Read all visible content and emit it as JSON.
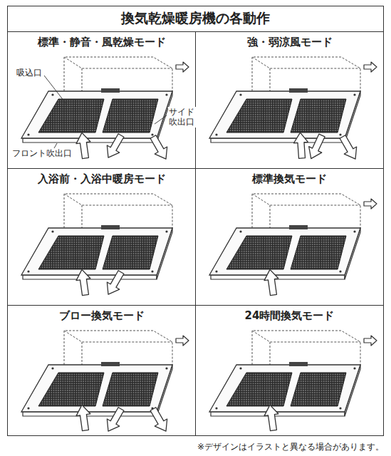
{
  "diagram": {
    "title": "換気乾燥暖房機の各動作",
    "caption": "※デザインはイラストと異なる場合があります。",
    "nodes": [
      {
        "text": [
          "標準・静音・風乾燥モード"
        ]
      },
      {
        "text": [
          "強・弱涼風モード"
        ]
      },
      {
        "text": [
          "入浴前・入浴中暖房モード"
        ]
      },
      {
        "text": [
          "標準換気モード"
        ]
      },
      {
        "text": [
          "ブロー換気モード"
        ]
      },
      {
        "text": [
          "24時間換気モード"
        ]
      }
    ],
    "labels": [
      "吸込口",
      "サイド 吹出口",
      "フロント吹出口"
    ]
  }
}
